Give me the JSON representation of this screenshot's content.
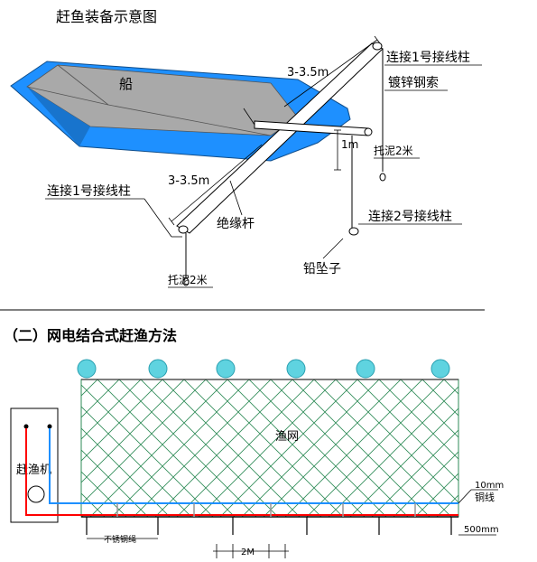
{
  "upper": {
    "title": "赶鱼装备示意图",
    "boat": "船",
    "length_top": "3-3.5m",
    "post1_top": "连接1号接线柱",
    "cable": "镀锌钢索",
    "one_m": "1m",
    "mud_right": "托泥2米",
    "length_left": "3-3.5m",
    "post1_left": "连接1号接线柱",
    "rod": "绝缘杆",
    "post2": "连接2号接线柱",
    "sinker": "铅坠子",
    "mud_left": "托泥2米"
  },
  "lower": {
    "heading": "（二）网电结合式赶渔方法",
    "net": "渔网",
    "machine": "赶渔机",
    "wire_size": "10mm",
    "wire": "铜线",
    "rope": "不锈钢绳",
    "spacing": "2M",
    "depth": "500mm"
  },
  "colors": {
    "boat_blue": "#1E90FF",
    "deck_gray": "#A9A9A9",
    "net_green": "#2E8B57",
    "float_cyan": "#5FD3E0",
    "wire_red": "#FF0000",
    "wire_blue": "#1E90FF"
  }
}
